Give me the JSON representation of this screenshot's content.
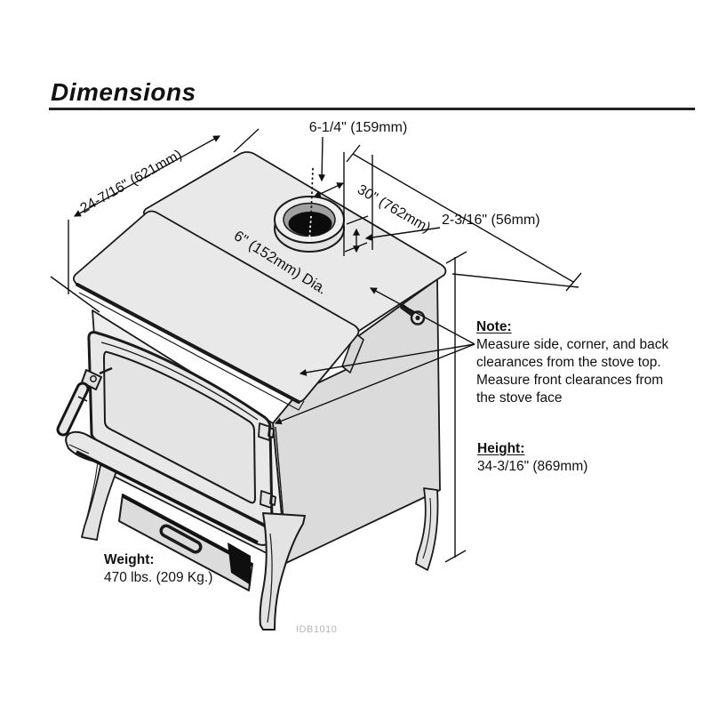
{
  "page": {
    "title": "Dimensions"
  },
  "diagram": {
    "labels": {
      "flue_offset": "6-1/4\" (159mm)",
      "depth": "24-7/16\" (621mm)",
      "width": "30\" (762mm)",
      "collar_height": "2-3/16\" (56mm)",
      "flue_diameter": "6\" (152mm) Dia.",
      "drawing_id": "IDB1010"
    },
    "note": {
      "heading": "Note:",
      "line1": "Measure side, corner, and back",
      "line2": "clearances from the stove top.",
      "line3": "Measure front clearances from",
      "line4": "the stove face"
    },
    "height": {
      "heading": "Height:",
      "value": "34-3/16\" (869mm)"
    },
    "weight": {
      "heading": "Weight:",
      "value": "470 lbs. (209 Kg.)"
    },
    "colors": {
      "line": "#1a1a1a",
      "plate_light": "#e9e9e9",
      "side_gray": "#dbdbdb",
      "slot_dark": "#141414",
      "watermark": "#b5b5b5"
    }
  }
}
